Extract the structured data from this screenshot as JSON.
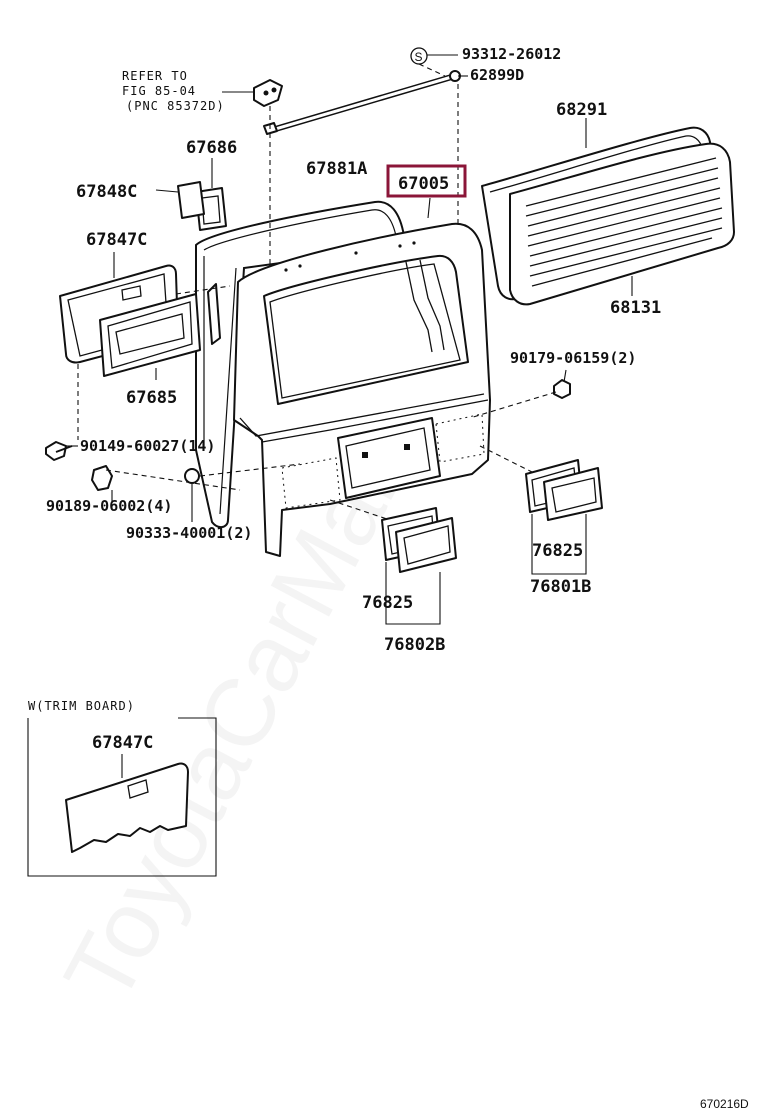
{
  "diagram": {
    "refer_note": [
      "REFER TO",
      "FIG 85-04",
      "(PNC 85372D)"
    ],
    "labels": {
      "p93312": "93312-26012",
      "p62899": "62899D",
      "p68291": "68291",
      "p67686": "67686",
      "p67881": "67881A",
      "p67005": "67005",
      "p67848": "67848C",
      "p67847": "67847C",
      "p67685": "67685",
      "p90179": "90179-06159(2)",
      "p90149": "90149-60027(14)",
      "p90189": "90189-06002(4)",
      "p90333": "90333-40001(2)",
      "p68131": "68131",
      "p76825a": "76825",
      "p76801": "76801B",
      "p76825b": "76825",
      "p76802": "76802B"
    },
    "screw_symbol": "S",
    "highlight_color": "#8b1538",
    "inset": {
      "title": "W(TRIM BOARD)",
      "label": "67847C"
    },
    "watermark": "ToyotaCarMart.ru",
    "figure_id": "670216D"
  }
}
